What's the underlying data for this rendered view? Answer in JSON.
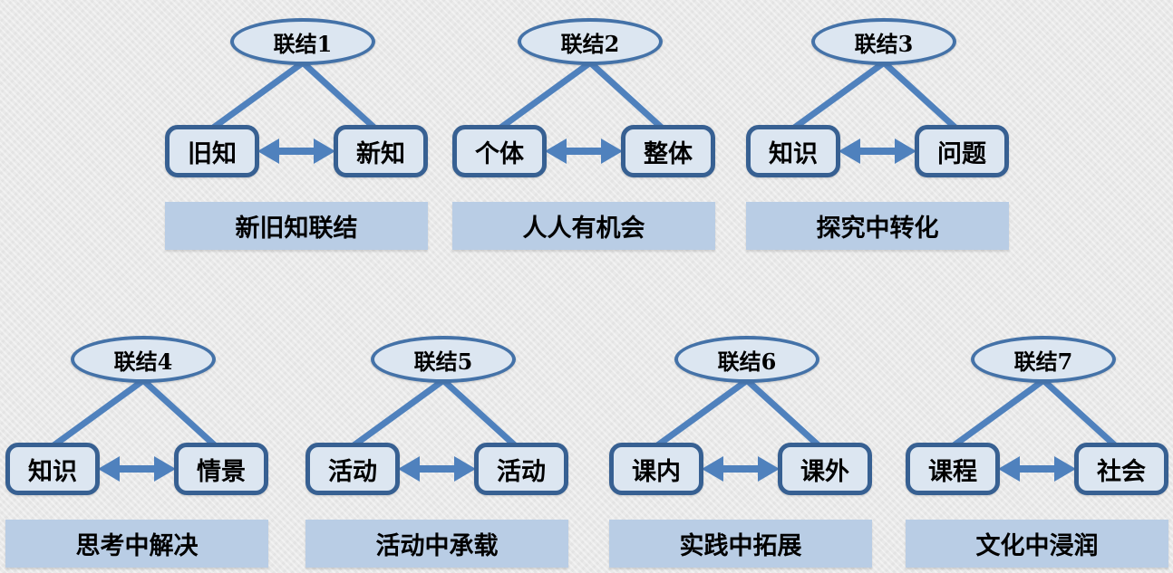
{
  "colors": {
    "shape_fill": "#dce6f1",
    "ellipse_border": "#4472a8",
    "box_border": "#376092",
    "connector": "#4f81bd",
    "caption_fill": "#b9cde5",
    "text": "#000000",
    "background": "#e9e9e9"
  },
  "icons": {
    "double_arrow": "↔"
  },
  "groups": [
    {
      "title": "联结1",
      "left_box": "旧知",
      "right_box": "新知",
      "caption": "新旧知联结"
    },
    {
      "title": "联结2",
      "left_box": "个体",
      "right_box": "整体",
      "caption": "人人有机会"
    },
    {
      "title": "联结3",
      "left_box": "知识",
      "right_box": "问题",
      "caption": "探究中转化"
    },
    {
      "title": "联结4",
      "left_box": "知识",
      "right_box": "情景",
      "caption": "思考中解决"
    },
    {
      "title": "联结5",
      "left_box": "活动",
      "right_box": "活动",
      "caption": "活动中承载"
    },
    {
      "title": "联结6",
      "left_box": "课内",
      "right_box": "课外",
      "caption": "实践中拓展"
    },
    {
      "title": "联结7",
      "left_box": "课程",
      "right_box": "社会",
      "caption": "文化中浸润"
    }
  ]
}
